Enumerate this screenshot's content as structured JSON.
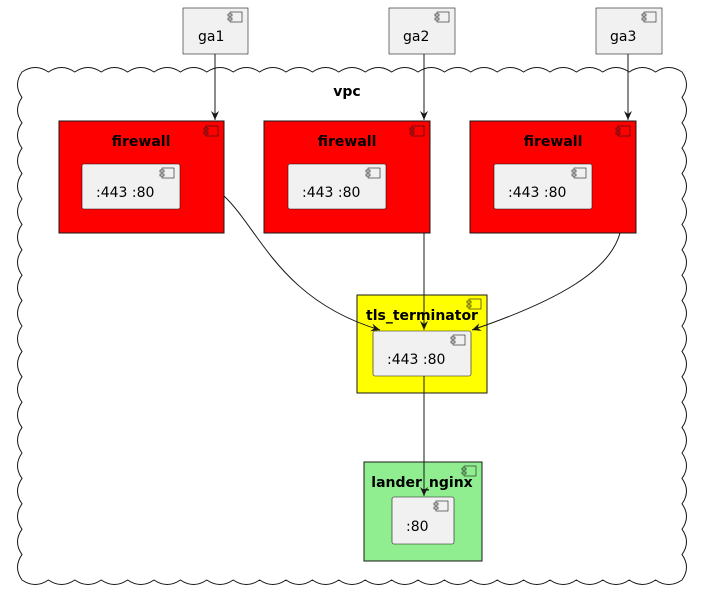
{
  "diagram": {
    "cloud_label": "vpc",
    "gateways": [
      {
        "label": "ga1"
      },
      {
        "label": "ga2"
      },
      {
        "label": "ga3"
      }
    ],
    "firewalls": [
      {
        "title": "firewall",
        "port_label": ":443 :80"
      },
      {
        "title": "firewall",
        "port_label": ":443 :80"
      },
      {
        "title": "firewall",
        "port_label": ":443 :80"
      }
    ],
    "tls_terminator": {
      "title": "tls_terminator",
      "port_label": ":443 :80"
    },
    "lander": {
      "title": "lander_nginx",
      "port_label": ":80"
    },
    "colors": {
      "firewall": "#ff0000",
      "tls_terminator": "#ffff00",
      "lander": "#90ee90",
      "component": "#f1f1f1",
      "cloud": "#ffffff",
      "stroke": "#181818"
    }
  }
}
